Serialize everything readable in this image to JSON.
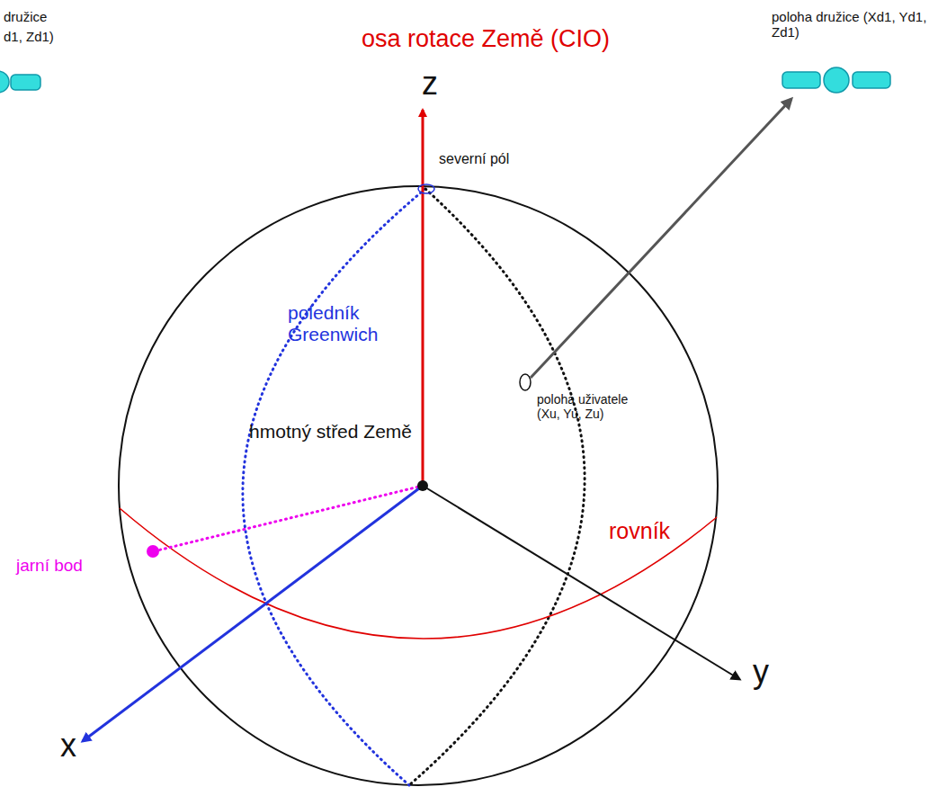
{
  "diagram": {
    "labels": [
      "družice",
      "d1, Zd1)",
      "osa rotace Země (CIO)",
      "z",
      "severní pól",
      "poledník Greenwich",
      "hmotný střed Země",
      "poloha uživatele (Xu, Yu, Zu)",
      "rovník",
      "jarní bod",
      "x",
      "y",
      "poloha družice (Xd1, Yd1, Zd1)"
    ]
  }
}
